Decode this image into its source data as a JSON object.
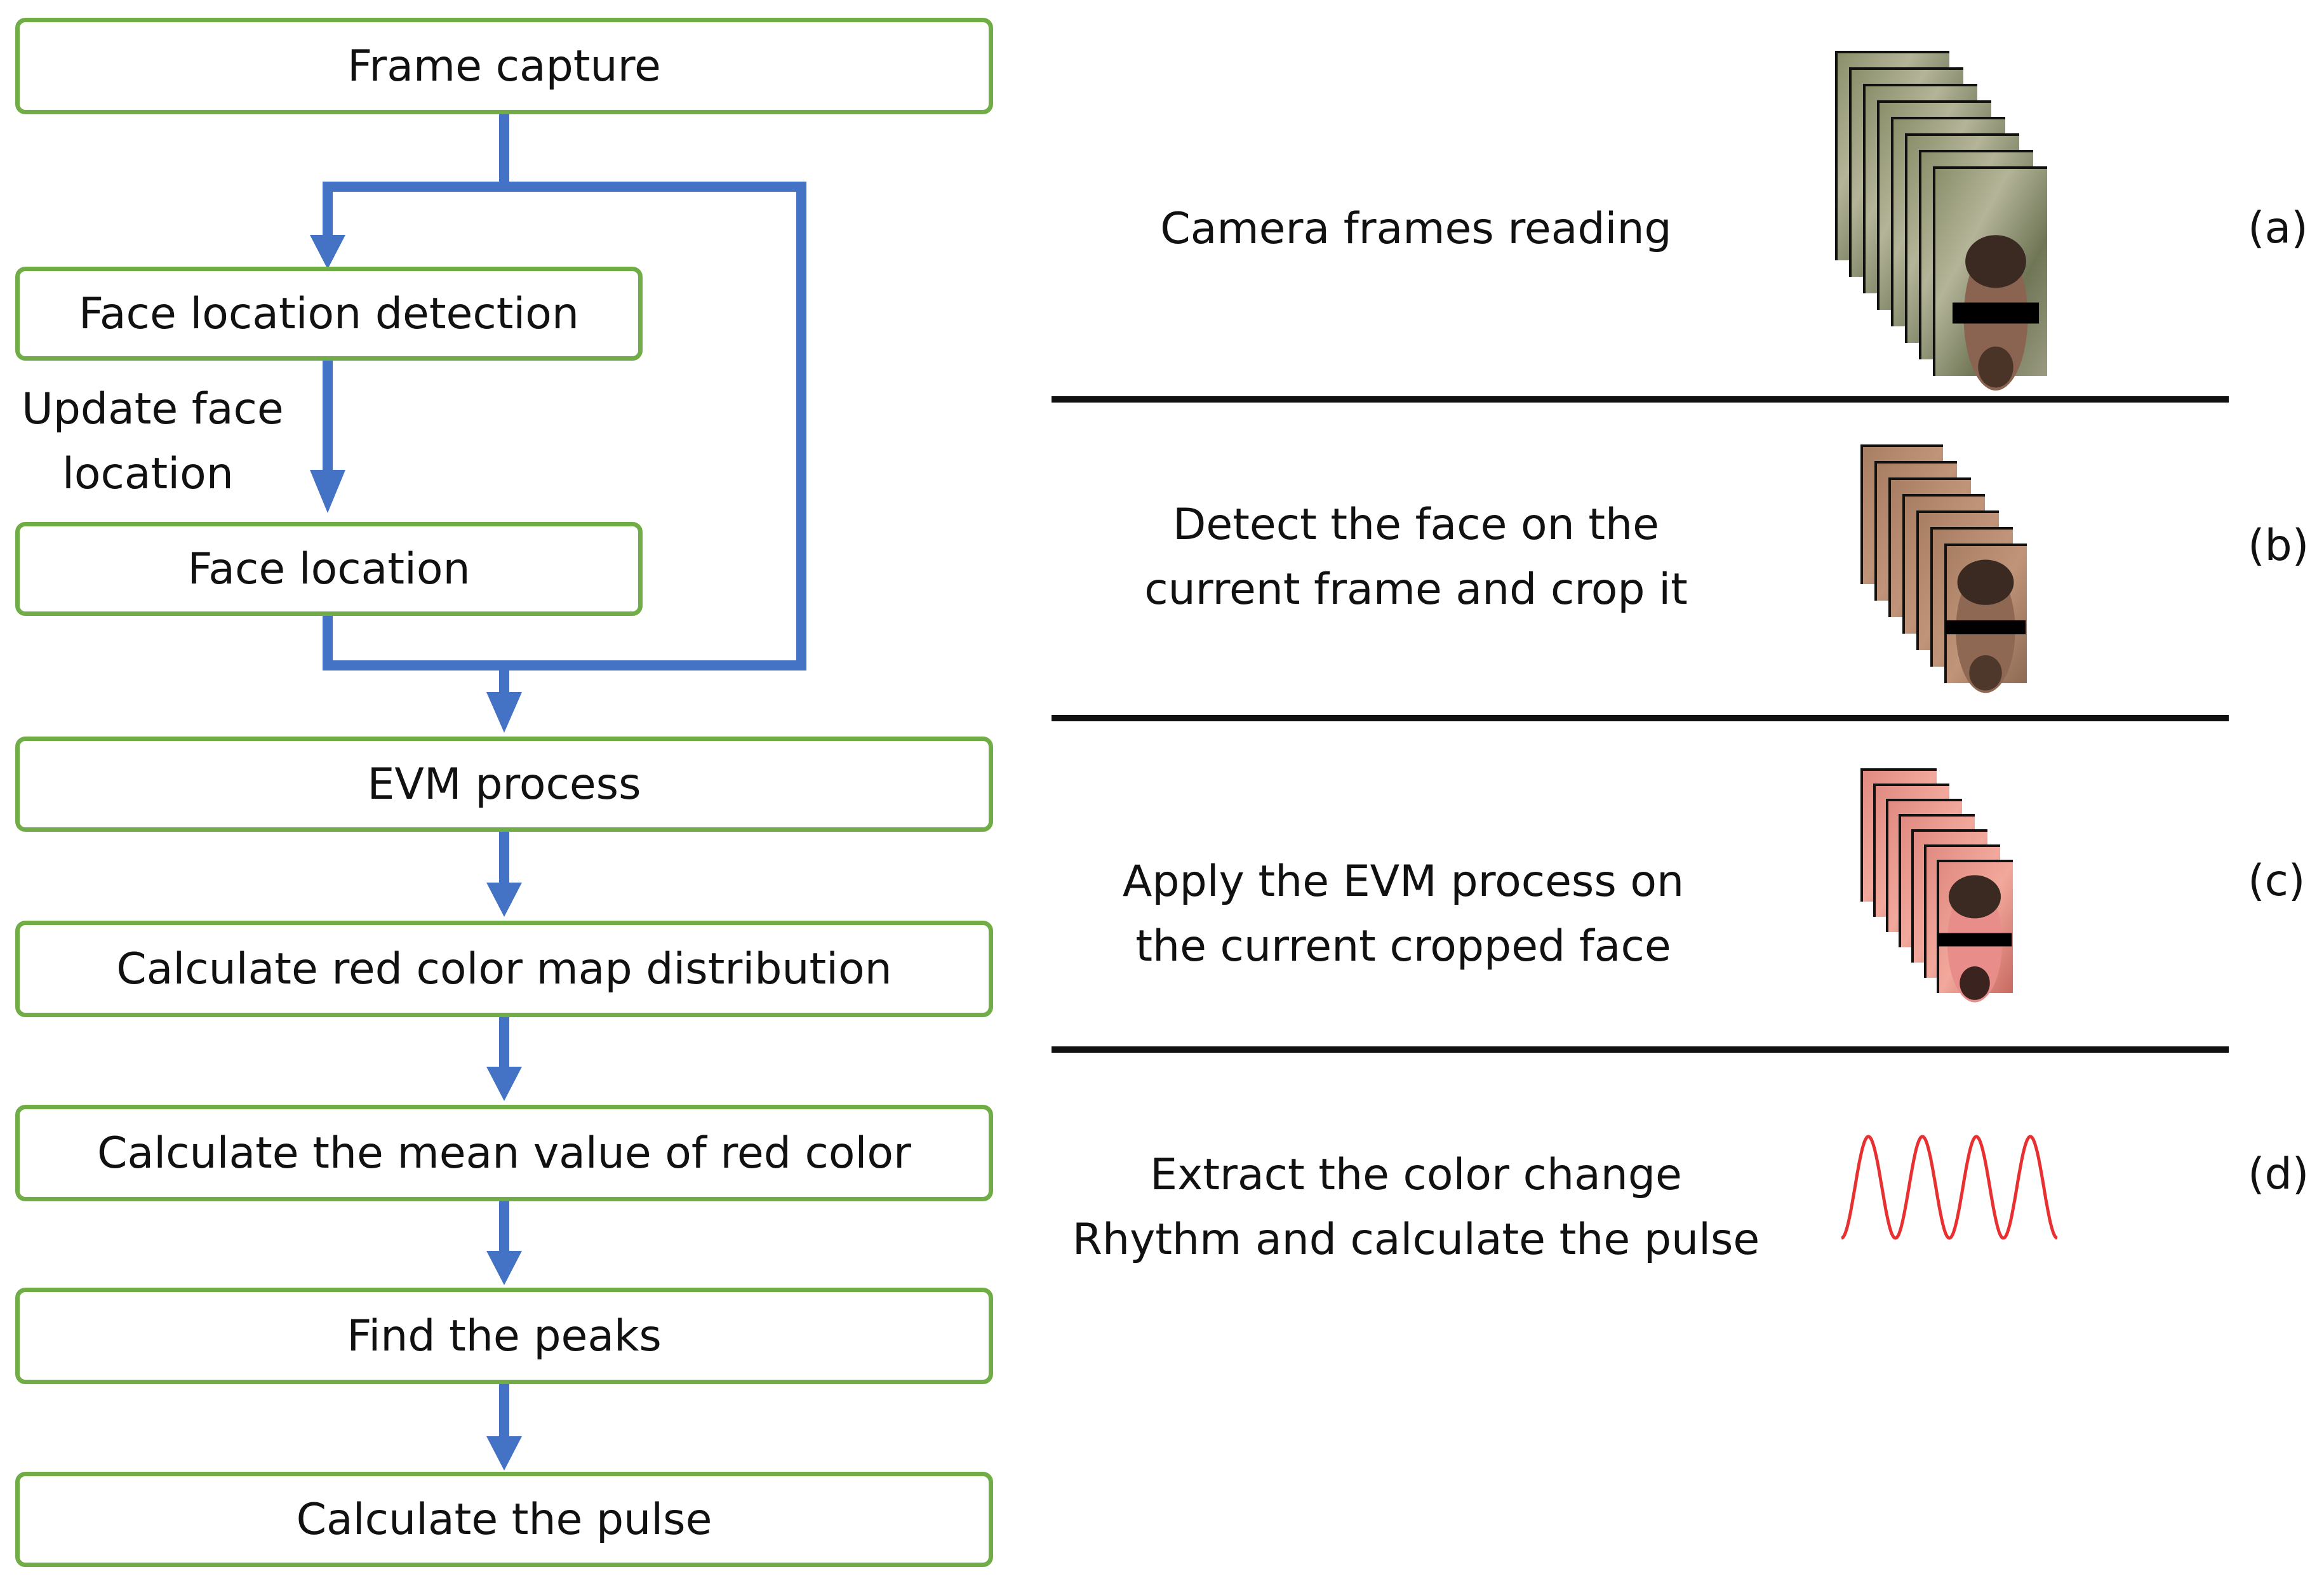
{
  "flowchart": {
    "frame_capture": "Frame capture",
    "face_location_detection": "Face location detection",
    "update_face_location": [
      "Update face",
      "location"
    ],
    "face_location": "Face location",
    "evm_process": "EVM process",
    "red_map": "Calculate red color map distribution",
    "mean_red": "Calculate the mean value of red color",
    "find_peaks": "Find the peaks",
    "calc_pulse": "Calculate the pulse"
  },
  "steps": [
    {
      "lines": [
        "Camera frames reading"
      ],
      "tag": "(a)"
    },
    {
      "lines": [
        "Detect the face on the",
        "current frame and crop it"
      ],
      "tag": "(b)"
    },
    {
      "lines": [
        "Apply the EVM process on",
        "the current cropped face"
      ],
      "tag": "(c)"
    },
    {
      "lines": [
        "Extract the color change",
        "Rhythm and calculate the pulse"
      ],
      "tag": "(d)"
    }
  ],
  "colors": {
    "box_border": "#70ad47",
    "arrow": "#4472c4",
    "pulse_wave": "#e83030",
    "censor_bar": "#000000"
  }
}
